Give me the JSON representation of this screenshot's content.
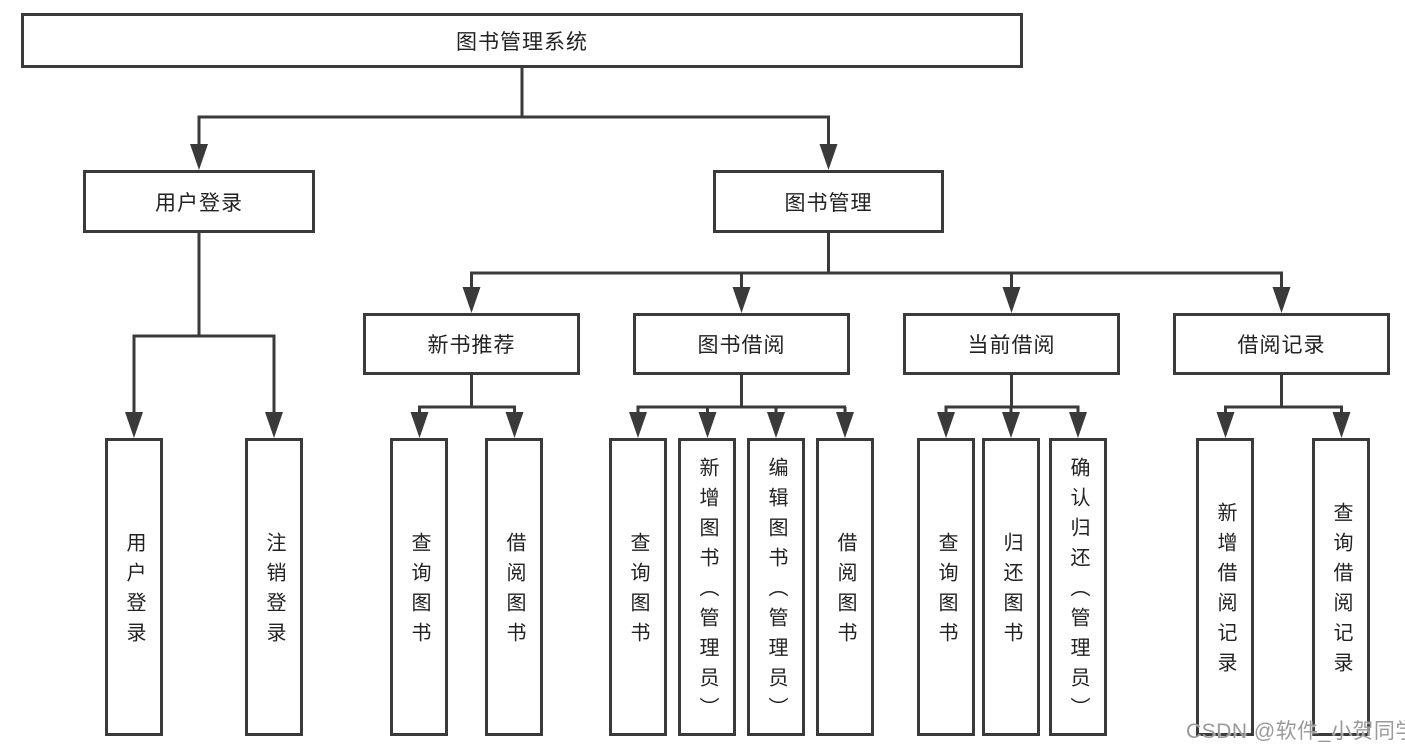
{
  "colors": {
    "line": "#3a3a3a",
    "text": "#222222",
    "watermark": "#9a9a9a",
    "bg": "#ffffff"
  },
  "watermark": {
    "text": "CSDN @软件_小贺同学"
  },
  "diagram": {
    "root": {
      "label": "图书管理系统"
    },
    "user_login": {
      "label": "用户登录",
      "children": [
        "用户登录",
        "注销登录"
      ]
    },
    "book_mgmt": {
      "label": "图书管理",
      "sections": [
        {
          "label": "新书推荐",
          "children": [
            "查询图书",
            "借阅图书"
          ]
        },
        {
          "label": "图书借阅",
          "children": [
            "查询图书",
            "新增图书（管理员）",
            "编辑图书（管理员）",
            "借阅图书"
          ]
        },
        {
          "label": "当前借阅",
          "children": [
            "查询图书",
            "归还图书",
            "确认归还（管理员）"
          ]
        },
        {
          "label": "借阅记录",
          "children": [
            "新增借阅记录",
            "查询借阅记录"
          ]
        }
      ]
    }
  }
}
